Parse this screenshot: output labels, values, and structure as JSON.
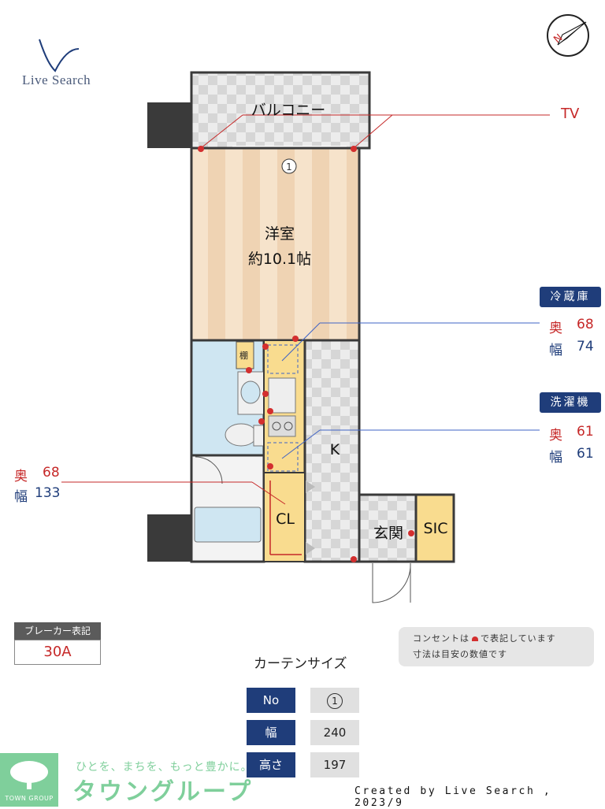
{
  "logo": {
    "text": "Live Search"
  },
  "compass": {
    "letter": "N"
  },
  "rooms": {
    "balcony": "バルコニー",
    "western_room_name": "洋室",
    "western_room_size": "約10.1帖",
    "shelf": "棚",
    "kitchen": "K",
    "closet": "CL",
    "entrance": "玄関",
    "sic": "SIC",
    "window_marker": "1"
  },
  "tv_label": "TV",
  "fridge": {
    "title": "冷蔵庫",
    "depth_label": "奥",
    "depth": "68",
    "width_label": "幅",
    "width": "74"
  },
  "washer": {
    "title": "洗濯機",
    "depth_label": "奥",
    "depth": "61",
    "width_label": "幅",
    "width": "61"
  },
  "bath_dims": {
    "depth_label": "奥",
    "depth": "68",
    "width_label": "幅",
    "width": "133"
  },
  "breaker": {
    "label": "ブレーカー表記",
    "value": "30A"
  },
  "note": {
    "line1_a": "コンセントは",
    "line1_b": "で表記しています",
    "line2": "寸法は目安の数値です"
  },
  "curtain": {
    "title": "カーテンサイズ",
    "rows": [
      {
        "head": "No",
        "value": "1"
      },
      {
        "head": "幅",
        "value": "240"
      },
      {
        "head": "高さ",
        "value": "197"
      }
    ]
  },
  "credit": "Created by Live Search , 2023/9",
  "company": {
    "slogan": "ひとを、まちを、もっと豊かに。",
    "name": "タウングループ",
    "name_en": "TOWN GROUP"
  },
  "colors": {
    "navy": "#1f3d7a",
    "red": "#c62828",
    "wall": "#3a3a3a",
    "floor_wood": "#f3dcbf",
    "bath": "#cfe6f2",
    "closet": "#f9dc8f",
    "tile": "#e4e4e4",
    "brand_green": "#7fcf9b"
  }
}
